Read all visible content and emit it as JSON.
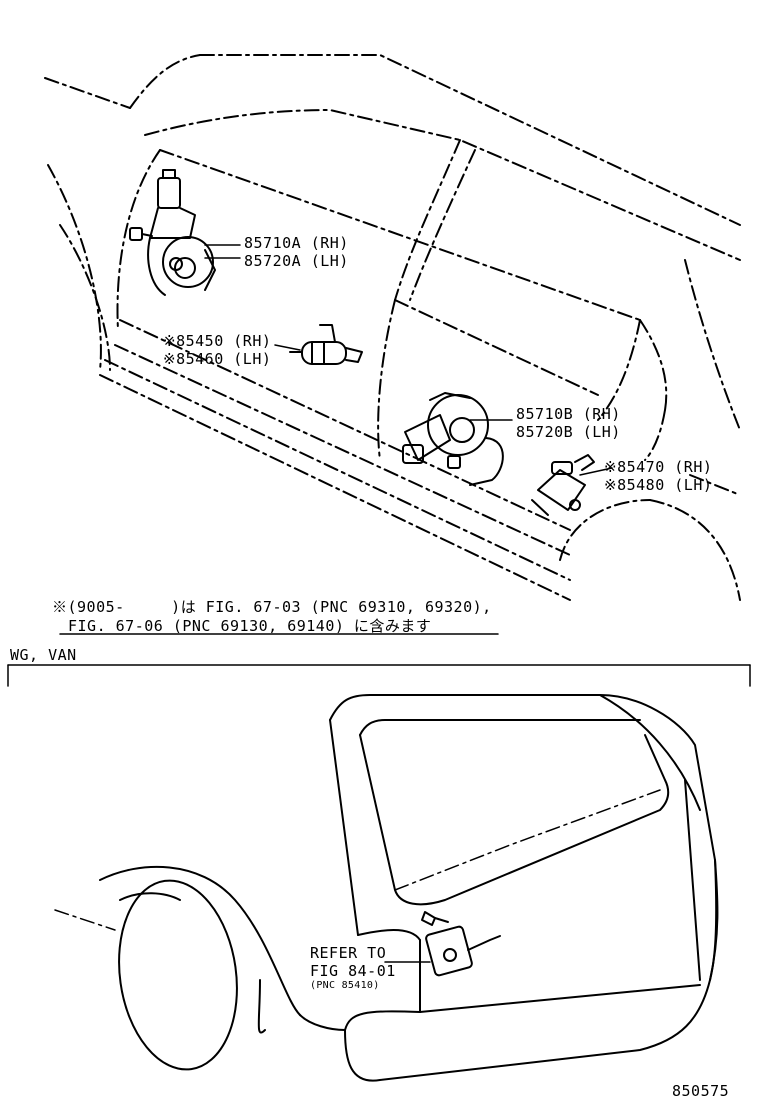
{
  "upper_section": {
    "callouts": [
      {
        "part": "85710A",
        "side": "(RH)"
      },
      {
        "part": "85720A",
        "side": "(LH)"
      },
      {
        "part": "※85450",
        "side": "(RH)"
      },
      {
        "part": "※85460",
        "side": "(LH)"
      },
      {
        "part": "85710B",
        "side": "(RH)"
      },
      {
        "part": "85720B",
        "side": "(LH)"
      },
      {
        "part": "※85470",
        "side": "(RH)"
      },
      {
        "part": "※85480",
        "side": "(LH)"
      }
    ],
    "note_line1": "※(9005-　　　)は FIG. 67-03 (PNC 69310, 69320),",
    "note_line2": "FIG. 67-06 (PNC 69130, 69140) に含みます"
  },
  "lower_section": {
    "header": "WG, VAN",
    "refer_line1": "REFER TO",
    "refer_line2": "FIG 84-01",
    "refer_pnc": "(PNC 85410)"
  },
  "figure_number": "850575"
}
